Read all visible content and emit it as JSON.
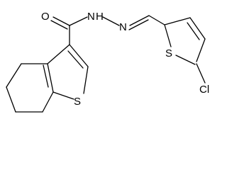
{
  "structure": {
    "atoms": {
      "carbonyl_oxygen": "O",
      "hydrazide_n1": "N",
      "hydrazide_h": "H",
      "imine_n2": "N",
      "thiophene_s_left": "S",
      "thiophene_s_right": "S",
      "chlorine": "Cl"
    }
  }
}
